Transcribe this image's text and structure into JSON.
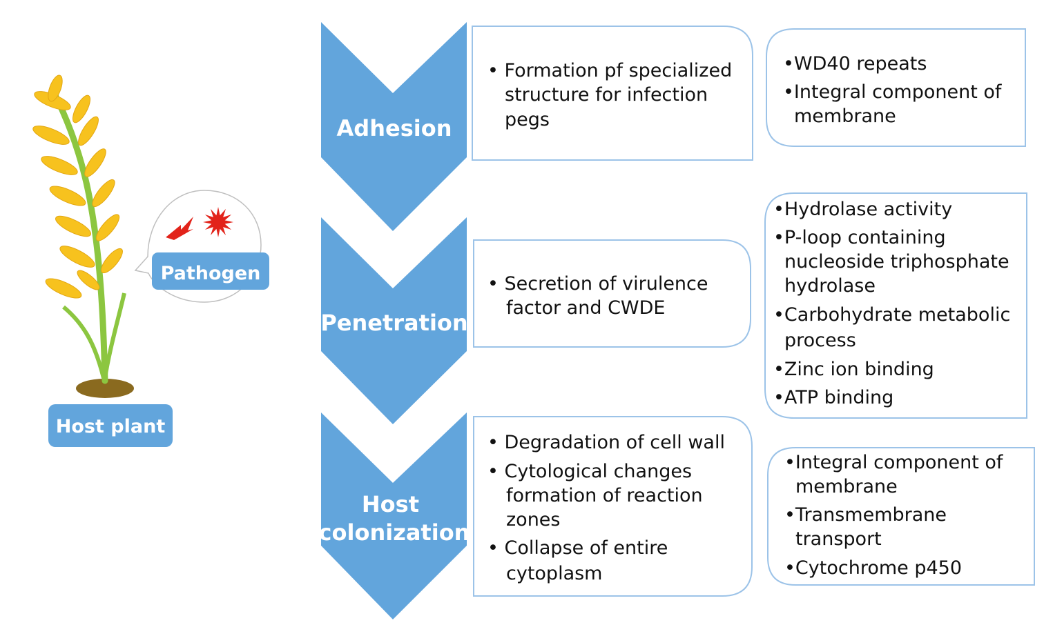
{
  "colors": {
    "chevron": "#62a5dc",
    "box_border": "#9cc3e8",
    "tag_fill": "#62a5dc",
    "leaf": "#f7c21e",
    "stem": "#8cc640",
    "soil": "#8a6a1f",
    "pathogen": "#e2231a"
  },
  "host_plant": {
    "label": "Host plant",
    "icon": "rice-plant-icon"
  },
  "pathogen": {
    "label": "Pathogen",
    "icons": [
      "spore-icon",
      "virus-icon"
    ]
  },
  "stages": [
    {
      "label_lines": [
        "Adhesion"
      ],
      "description": [
        [
          "• Formation pf specialized",
          "structure for infection",
          "pegs"
        ]
      ],
      "go_terms": [
        [
          "•WD40 repeats"
        ],
        [
          "•Integral component of",
          "membrane"
        ]
      ]
    },
    {
      "label_lines": [
        "Penetration"
      ],
      "description": [
        [
          "• Secretion of virulence",
          "factor and CWDE"
        ]
      ],
      "go_terms": [
        [
          "•Hydrolase activity"
        ],
        [
          "•P-loop containing",
          "nucleoside triphosphate",
          "hydrolase"
        ],
        [
          "•Carbohydrate metabolic",
          "process"
        ],
        [
          "•Zinc ion binding"
        ],
        [
          "•ATP binding"
        ]
      ]
    },
    {
      "label_lines": [
        "Host",
        "colonization"
      ],
      "description": [
        [
          "• Degradation of cell wall"
        ],
        [
          "• Cytological changes",
          "formation of reaction",
          "zones"
        ],
        [
          "• Collapse of entire",
          "cytoplasm"
        ]
      ],
      "go_terms": [
        [
          "•Integral component of",
          "membrane"
        ],
        [
          "•Transmembrane",
          "transport"
        ],
        [
          "•Cytochrome p450"
        ]
      ]
    }
  ]
}
